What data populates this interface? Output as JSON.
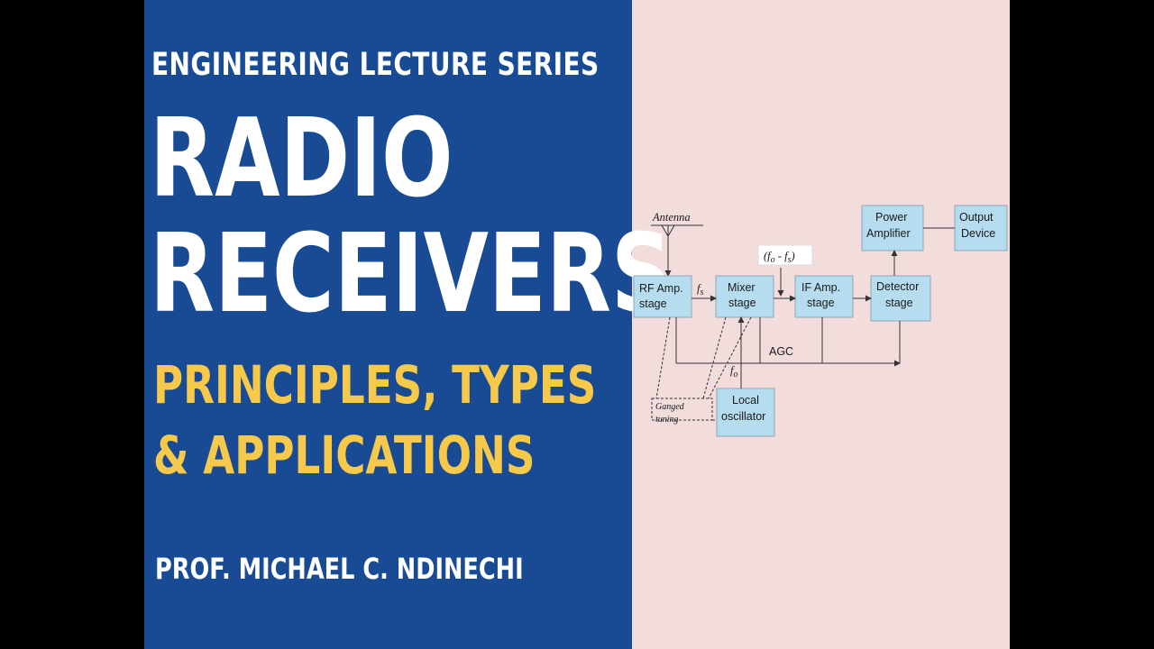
{
  "cover": {
    "series": "ENGINEERING LECTURE SERIES",
    "title_line1": "RADIO",
    "title_line2": "RECEIVERS",
    "subtitle_line1": "PRINCIPLES, TYPES",
    "subtitle_line2": "& APPLICATIONS",
    "author": "PROF. MICHAEL C. NDINECHI"
  },
  "diagram": {
    "antenna": "Antenna",
    "rf_amp": [
      "RF Amp.",
      "stage"
    ],
    "mixer": [
      "Mixer",
      "stage"
    ],
    "if_amp": [
      "IF Amp.",
      "stage"
    ],
    "detector": [
      "Detector",
      "stage"
    ],
    "power_amp": [
      "Power",
      "Amplifier"
    ],
    "output": [
      "Output",
      "Device"
    ],
    "local_osc": [
      "Local",
      "oscillator"
    ],
    "fs": {
      "base": "f",
      "sub": "s"
    },
    "fo": {
      "base": "f",
      "sub": "o"
    },
    "if_freq": {
      "open": "(",
      "f1": "f",
      "s1": "o",
      "mid": " - ",
      "f2": "f",
      "s2": "s",
      "close": ")"
    },
    "agc": "AGC",
    "ganged": [
      "Ganged",
      "tuning"
    ]
  },
  "colors": {
    "left_bg": "#184b94",
    "right_bg": "#f2dcdc",
    "title_white": "#ffffff",
    "subtitle_yellow": "#f6c94a",
    "block_fill": "#b6dcef"
  }
}
